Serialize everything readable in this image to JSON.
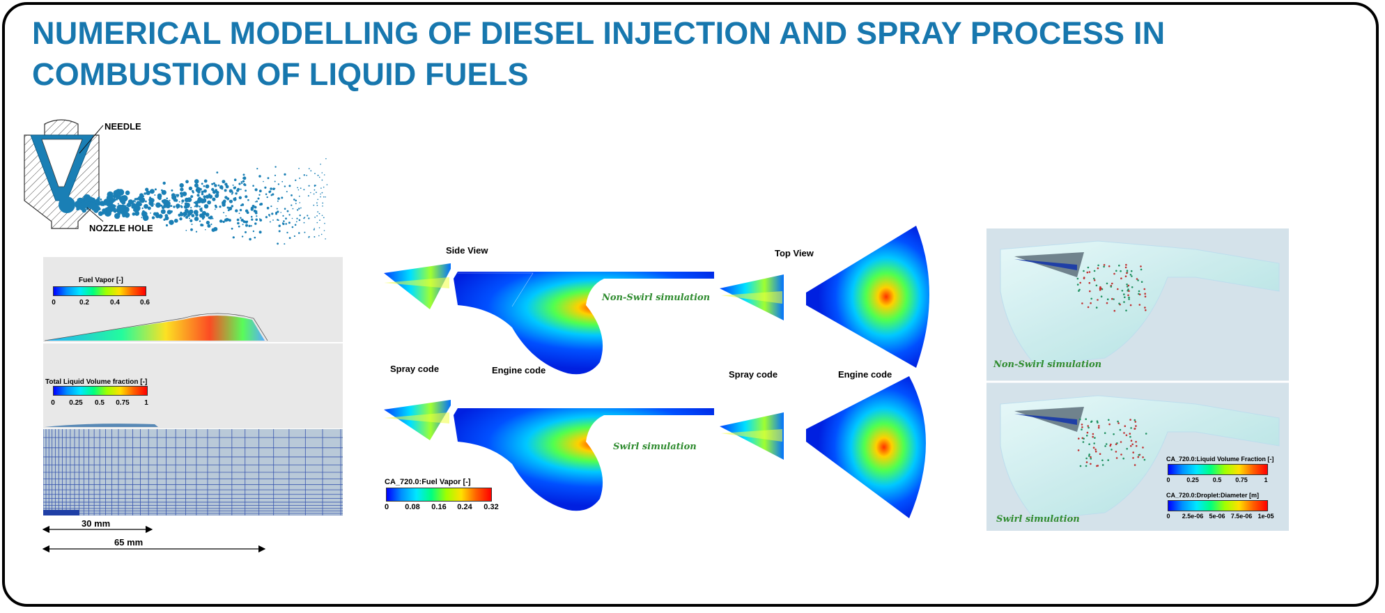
{
  "title": "NUMERICAL MODELLING OF DIESEL INJECTION AND SPRAY PROCESS IN COMBUSTION OF LIQUID FUELS",
  "nozzle": {
    "needle_label": "NEEDLE",
    "hole_label": "NOZZLE HOLE"
  },
  "left_panel": {
    "fuel_vapor": {
      "title": "Fuel Vapor [-]",
      "ticks": [
        "0",
        "0.2",
        "0.4",
        "0.6"
      ]
    },
    "liquid_volume": {
      "title": "Total Liquid Volume fraction [-]",
      "ticks": [
        "0",
        "0.25",
        "0.5",
        "0.75",
        "1"
      ]
    },
    "dim_30": "30 mm",
    "dim_65": "65 mm"
  },
  "middle_panel": {
    "side_view": "Side View",
    "top_view": "Top View",
    "spray_code_1": "Spray code",
    "engine_code_1": "Engine code",
    "spray_code_2": "Spray code",
    "engine_code_2": "Engine code",
    "non_swirl": "Non-Swirl simulation",
    "swirl": "Swirl simulation",
    "colorbar": {
      "title": "CA_720.0:Fuel Vapor [-]",
      "ticks": [
        "0",
        "0.08",
        "0.16",
        "0.24",
        "0.32"
      ]
    }
  },
  "right_panel": {
    "non_swirl": "Non-Swirl simulation",
    "swirl": "Swirl simulation",
    "lvf": {
      "title": "CA_720.0:Liquid Volume Fraction [-]",
      "ticks": [
        "0",
        "0.25",
        "0.5",
        "0.75",
        "1"
      ]
    },
    "diam": {
      "title": "CA_720.0:Droplet:Diameter [m]",
      "ticks": [
        "0",
        "2.5e-06",
        "5e-06",
        "7.5e-06",
        "1e-05"
      ]
    }
  },
  "colors": {
    "title": "#1777ae",
    "nozzle": "#1a7fb5",
    "sim_text": "#2e8b2e"
  }
}
